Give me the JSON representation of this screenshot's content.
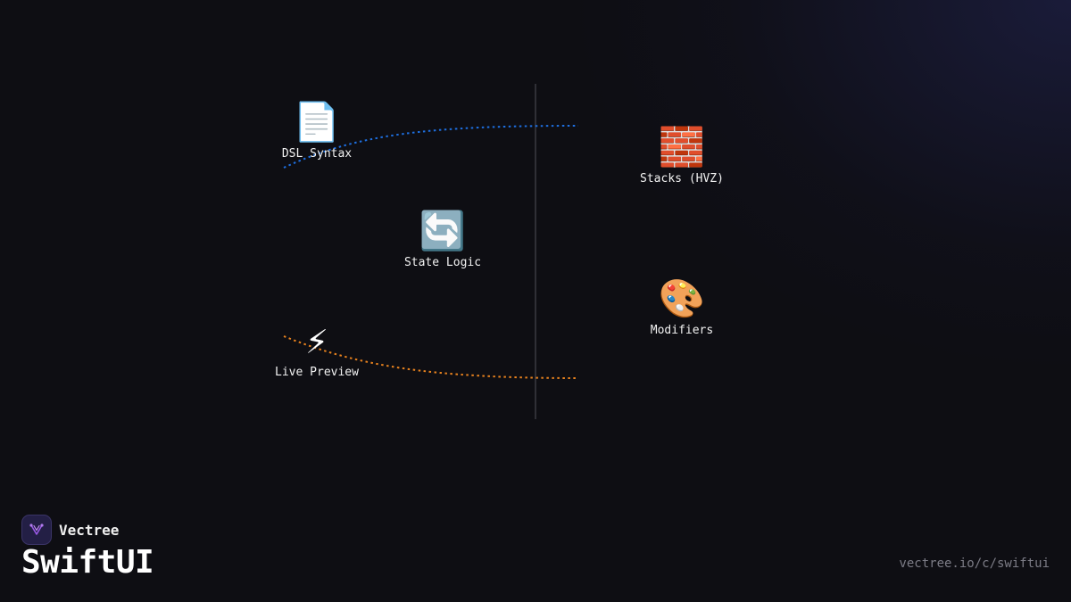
{
  "diagram": {
    "nodes": [
      {
        "id": "dsl-syntax",
        "icon": "document-icon",
        "emoji": "📄",
        "label": "DSL Syntax"
      },
      {
        "id": "state-logic",
        "icon": "refresh-icon",
        "emoji": "🔄",
        "label": "State Logic"
      },
      {
        "id": "live-preview",
        "icon": "lightning-icon",
        "emoji": "⚡",
        "label": "Live Preview"
      },
      {
        "id": "stacks-hvz",
        "icon": "bricks-icon",
        "emoji": "🧱",
        "label": "Stacks (HVZ)"
      },
      {
        "id": "modifiers",
        "icon": "palette-icon",
        "emoji": "🎨",
        "label": "Modifiers"
      }
    ],
    "connectors": [
      {
        "from": "dsl-syntax",
        "color": "#1e6fe0",
        "style": "dotted"
      },
      {
        "from": "live-preview",
        "color": "#e8821e",
        "style": "dotted"
      }
    ],
    "divider_color": "#3a3a42"
  },
  "brand": {
    "name": "Vectree",
    "logo_icon": "vectree-logo-icon",
    "accent": "#9a5ae6"
  },
  "title": "SwiftUI",
  "url": "vectree.io/c/swiftui"
}
